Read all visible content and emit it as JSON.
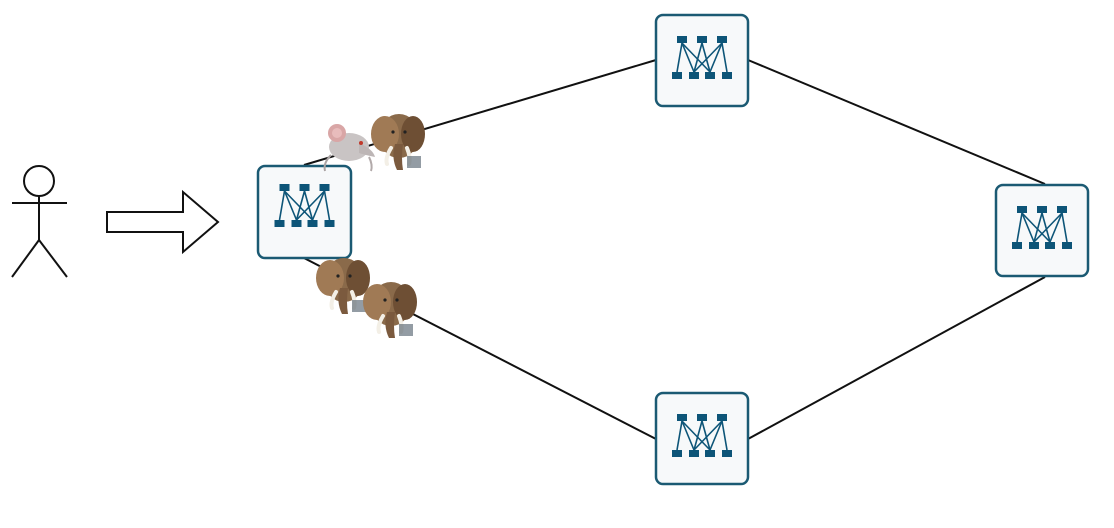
{
  "nodes": [
    {
      "id": "switch-left",
      "kind": "network-switch-icon"
    },
    {
      "id": "switch-top",
      "kind": "network-switch-icon"
    },
    {
      "id": "switch-right",
      "kind": "network-switch-icon"
    },
    {
      "id": "switch-bottom",
      "kind": "network-switch-icon"
    }
  ],
  "links": [
    {
      "from": "switch-left",
      "to": "switch-top"
    },
    {
      "from": "switch-top",
      "to": "switch-right"
    },
    {
      "from": "switch-left",
      "to": "switch-bottom"
    },
    {
      "from": "switch-bottom",
      "to": "switch-right"
    }
  ],
  "flows": {
    "upper_path": [
      "mouse-icon",
      "elephant-icon"
    ],
    "lower_path": [
      "elephant-icon",
      "elephant-icon"
    ]
  },
  "actor": {
    "kind": "stick-figure-user-icon"
  },
  "arrow": {
    "kind": "right-arrow-icon"
  },
  "colors": {
    "switch_stroke": "#1b5a73",
    "switch_glyph": "#0d5578",
    "link": "#111111"
  }
}
